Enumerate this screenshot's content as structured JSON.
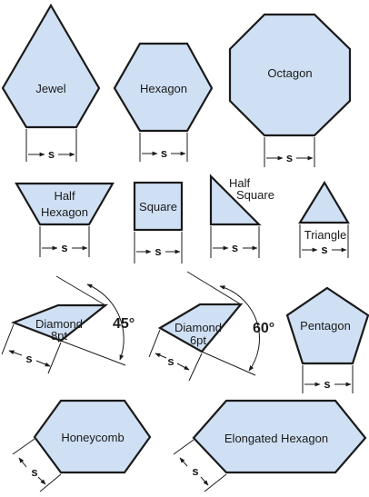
{
  "colors": {
    "shape_fill": "#cfe0f4",
    "outline": "#1a1a1a",
    "background": "#ffffff"
  },
  "side_label": "s",
  "shapes": {
    "jewel": {
      "name": "Jewel"
    },
    "hexagon": {
      "name": "Hexagon"
    },
    "octagon": {
      "name": "Octagon"
    },
    "half_hexagon": {
      "line1": "Half",
      "line2": "Hexagon"
    },
    "square": {
      "name": "Square"
    },
    "half_square": {
      "line1": "Half",
      "line2": "Square"
    },
    "triangle": {
      "name": "Triangle"
    },
    "diamond_8pt": {
      "line1": "Diamond",
      "line2": "8pt",
      "angle": "45°"
    },
    "diamond_6pt": {
      "line1": "Diamond",
      "line2": "6pt",
      "angle": "60°"
    },
    "pentagon": {
      "name": "Pentagon"
    },
    "honeycomb": {
      "name": "Honeycomb"
    },
    "elongated_hexagon": {
      "name": "Elongated Hexagon"
    }
  }
}
